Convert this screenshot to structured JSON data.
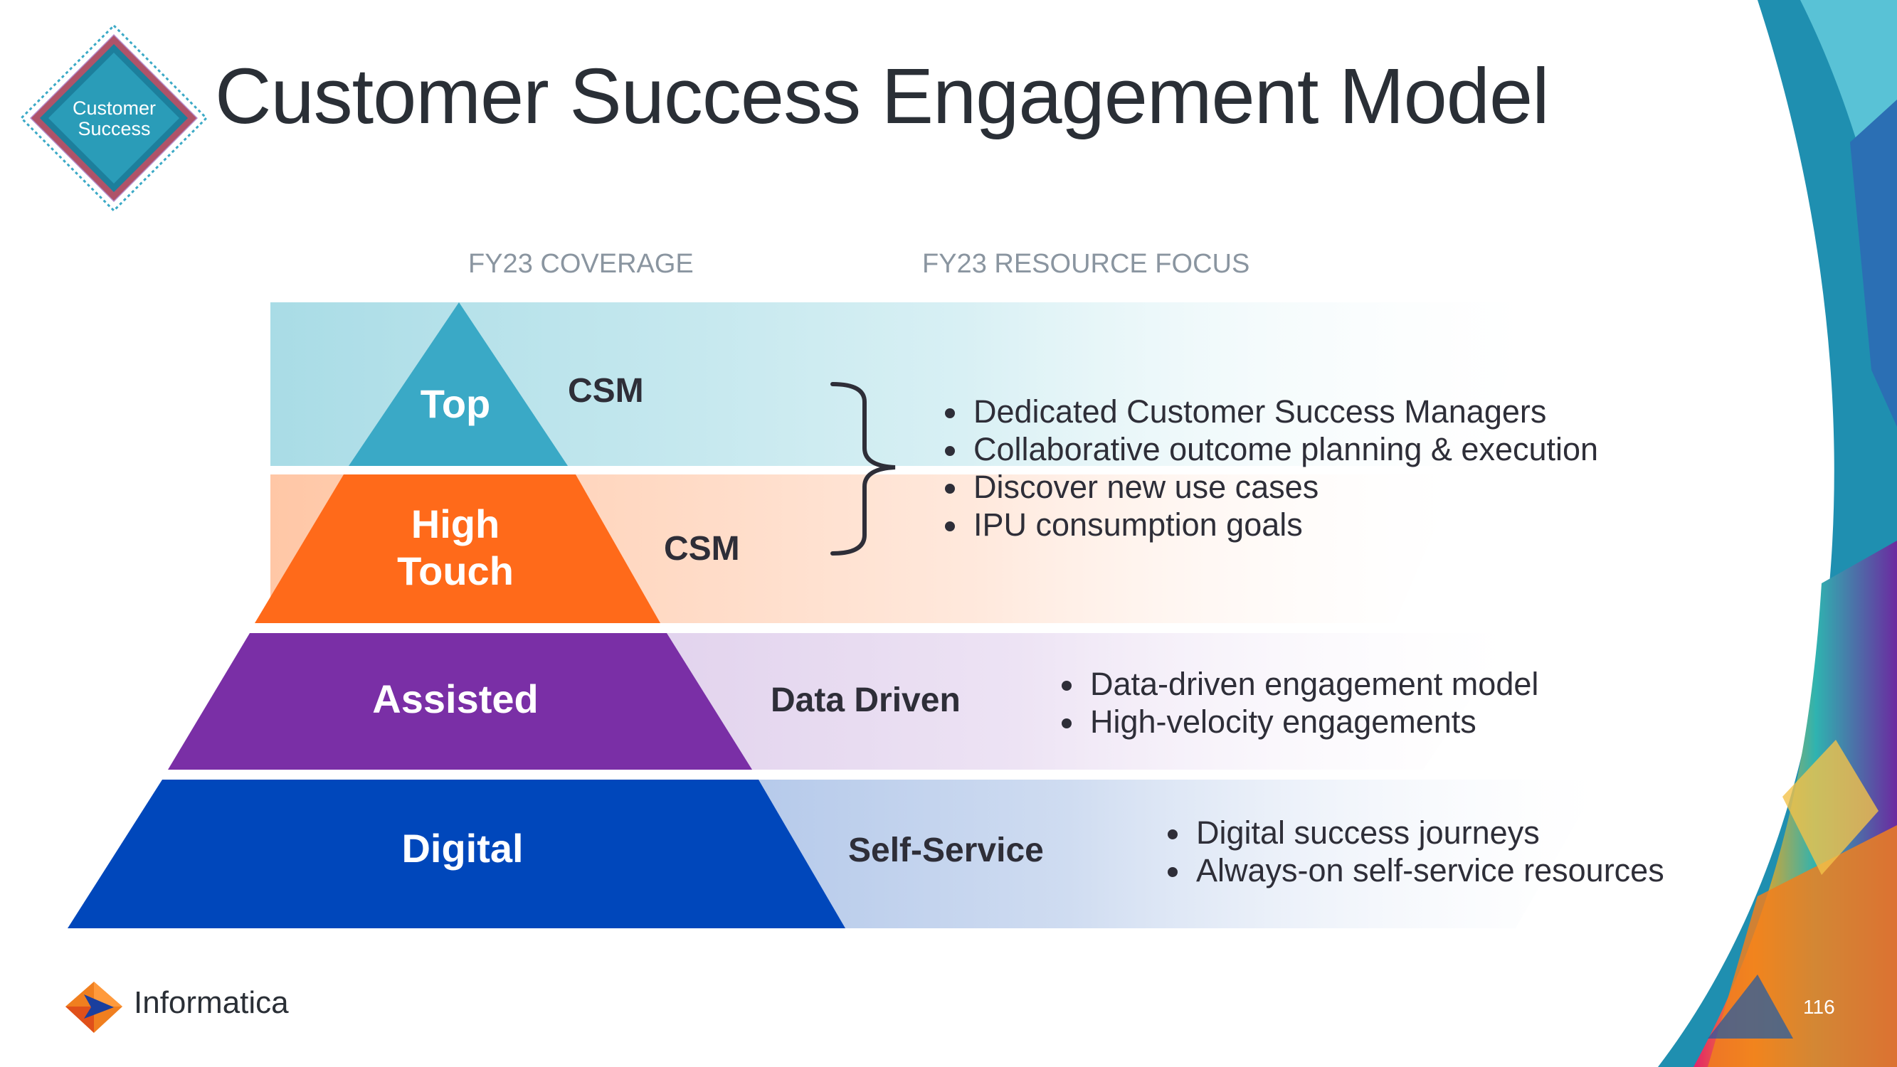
{
  "slide": {
    "title": "Customer Success Engagement Model",
    "badge": {
      "line1": "Customer",
      "line2": "Success"
    },
    "column_headers": {
      "coverage": "FY23 COVERAGE",
      "focus": "FY23 RESOURCE FOCUS"
    },
    "tiers": [
      {
        "name": "Top",
        "coverage": "CSM",
        "color": "#3aa9c6"
      },
      {
        "name_line1": "High",
        "name_line2": "Touch",
        "coverage": "CSM",
        "color": "#ff6a1a"
      },
      {
        "name": "Assisted",
        "coverage": "Data Driven",
        "color": "#7a2fa6",
        "focus": [
          "Data-driven engagement model",
          "High-velocity engagements"
        ]
      },
      {
        "name": "Digital",
        "coverage": "Self-Service",
        "color": "#0047bb",
        "focus": [
          "Digital success journeys",
          "Always-on self-service resources"
        ]
      }
    ],
    "csm_focus": [
      "Dedicated Customer Success Managers",
      "Collaborative outcome planning & execution",
      "Discover new use cases",
      "IPU consumption goals"
    ],
    "logo_text": "Informatica",
    "page_number": "116"
  }
}
